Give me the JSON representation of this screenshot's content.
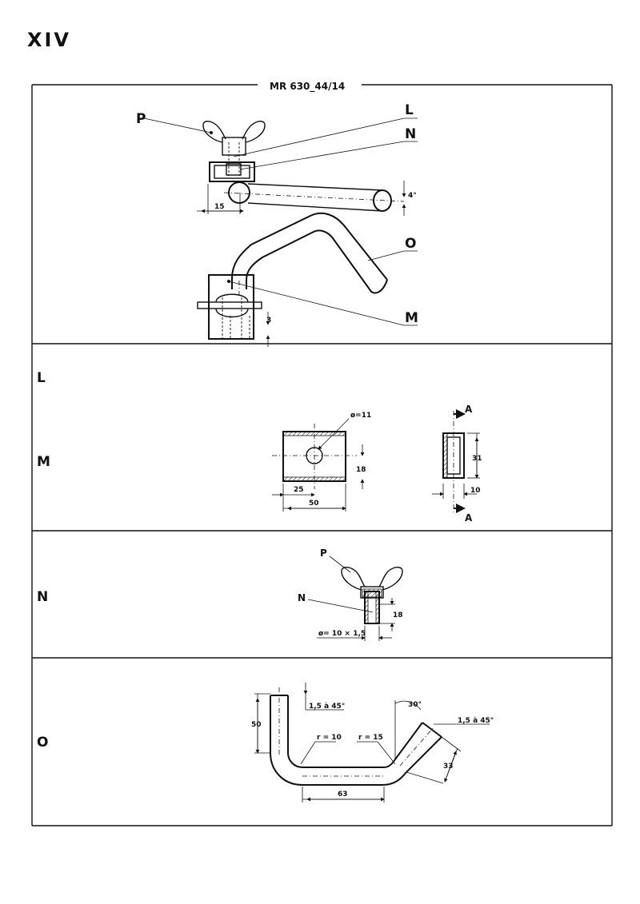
{
  "plate_number": "XIV",
  "reference": "MR 630_44/14",
  "assembly": {
    "callouts": {
      "P": "P",
      "L": "L",
      "N": "N",
      "O": "O",
      "M": "M"
    },
    "dims": {
      "d15": "15",
      "angle": "4°",
      "d3": "3"
    }
  },
  "rows": {
    "L": {
      "label": "L"
    },
    "M": {
      "label": "M",
      "dims": {
        "bore": "ø=11",
        "h18": "18",
        "w25": "25",
        "w50": "50",
        "h31": "31",
        "t10": "10",
        "sectionA": "A",
        "sectionA2": "A"
      }
    },
    "N": {
      "label": "N",
      "callouts": {
        "P": "P",
        "N": "N"
      },
      "dims": {
        "h18": "18",
        "dia": "ø= 10 × 1,5"
      }
    },
    "O": {
      "label": "O",
      "dims": {
        "chamfer1": "1,5 à 45°",
        "h50": "50",
        "r10": "r = 10",
        "r15": "r = 15",
        "angle30": "30°",
        "chamfer2": "1,5 à 45°",
        "d33": "33",
        "w63": "63"
      }
    }
  }
}
